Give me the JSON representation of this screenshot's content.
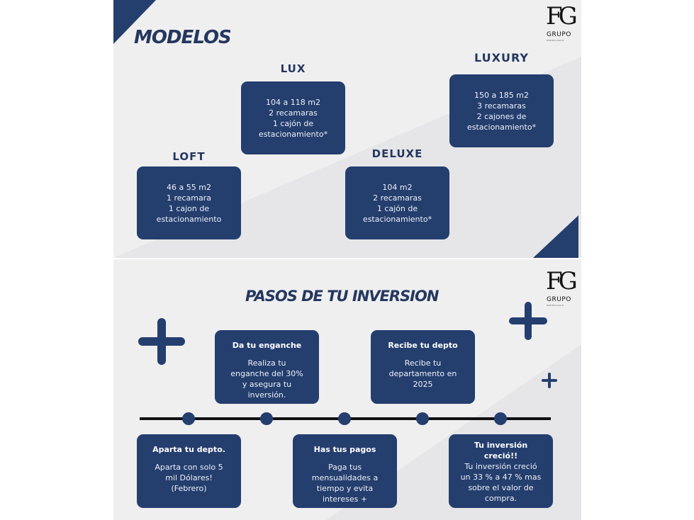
{
  "models_section": {
    "title": "MODELOS",
    "logo": {
      "monogram": "FG",
      "name": "GRUPO",
      "tagline": "INMOBILIARIO"
    },
    "models": [
      {
        "name": "LOFT",
        "lines": [
          "46 a 55 m2",
          "1 recamara",
          "1 cajon de",
          "estacionamiento"
        ]
      },
      {
        "name": "LUX",
        "lines": [
          "104 a 118 m2",
          "2 recamaras",
          "1 cajón de",
          "estacionamiento*"
        ]
      },
      {
        "name": "DELUXE",
        "lines": [
          "104  m2",
          "2 recamaras",
          "1 cajón de",
          "estacionamiento*"
        ]
      },
      {
        "name": "LUXURY",
        "lines": [
          "150 a 185  m2",
          "3 recamaras",
          "2 cajones de",
          "estacionamiento*"
        ]
      }
    ]
  },
  "steps_section": {
    "title": "PASOS DE TU INVERSION",
    "logo": {
      "monogram": "FG",
      "name": "GRUPO",
      "tagline": "INMOBILIARIO"
    },
    "steps": [
      {
        "title": "Apartа tu depto.",
        "lines": [
          "Aparta con solo 5",
          "mil Dólares!",
          "(Febrero)"
        ]
      },
      {
        "title": "Da tu enganche",
        "lines": [
          "Realiza tu",
          "enganche del 30%",
          "y asegura tu",
          "inversión."
        ]
      },
      {
        "title": "Has tus pagos",
        "lines": [
          "Paga tus",
          "mensualidades a",
          "tiempo y evita",
          "intereses +"
        ]
      },
      {
        "title": "Recibe tu depto",
        "lines": [
          "Recibe tu",
          "departamento en",
          "2025"
        ]
      },
      {
        "title": "Tu inversión creció!!",
        "lines": [
          "Tu inversión creció",
          "un 33 % a 47 % mas",
          "sobre el valor de",
          "compra."
        ]
      }
    ]
  },
  "colors": {
    "navy": "#243e6e",
    "title": "#24375f",
    "background": "#efeff0"
  }
}
